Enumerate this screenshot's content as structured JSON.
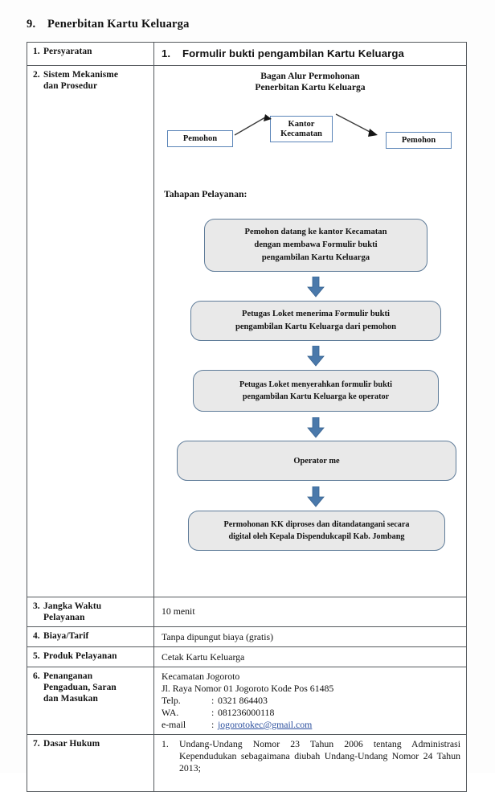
{
  "document": {
    "heading_number": "9.",
    "heading_title": "Penerbitan Kartu Keluarga"
  },
  "table": {
    "rows": [
      {
        "number": "1.",
        "label": "Persyaratan",
        "label_line2": "",
        "label_line3": "",
        "value_number": "1.",
        "value": "Formulir bukti pengambilan Kartu Keluarga"
      },
      {
        "number": "2.",
        "label": "Sistem Mekanisme",
        "label_line2": "dan Prosedur",
        "label_line3": ""
      },
      {
        "number": "3.",
        "label": "Jangka Waktu",
        "label_line2": "Pelayanan",
        "label_line3": "",
        "value": "10 menit"
      },
      {
        "number": "4.",
        "label": "Biaya/Tarif",
        "label_line2": "",
        "label_line3": "",
        "value": "Tanpa dipungut biaya (gratis)"
      },
      {
        "number": "5.",
        "label": "Produk Pelayanan",
        "label_line2": "",
        "label_line3": "",
        "value": "Cetak Kartu Keluarga"
      },
      {
        "number": "6.",
        "label": "Penanganan",
        "label_line2": "Pengaduan, Saran",
        "label_line3": "dan Masukan"
      },
      {
        "number": "7.",
        "label": "Dasar Hukum",
        "label_line2": "",
        "label_line3": ""
      }
    ]
  },
  "diagram": {
    "flow_title_line1": "Bagan Alur Permohonan",
    "flow_title_line2": "Penerbitan Kartu Keluarga",
    "mini_boxes": [
      {
        "label": "Pemohon"
      },
      {
        "label_line1": "Kantor",
        "label_line2": "Kecamatan"
      },
      {
        "label": "Pemohon"
      }
    ],
    "stage_title": "Tahapan Pelayanan:",
    "steps": [
      {
        "lines": [
          "Pemohon datang ke kantor Kecamatan",
          "dengan membawa Formulir bukti",
          "pengambilan Kartu Keluarga"
        ]
      },
      {
        "lines": [
          "Petugas Loket menerima Formulir bukti",
          "pengambilan Kartu Keluarga dari pemohon"
        ]
      },
      {
        "lines": [
          "Petugas Loket menyerahkan formulir bukti",
          "pengambilan Kartu Keluarga ke operator"
        ]
      },
      {
        "lines": [
          "Operator me"
        ]
      },
      {
        "lines": [
          "Permohonan KK diproses dan ditandatangani secara",
          "digital oleh Kepala Dispendukcapil Kab. Jombang"
        ]
      }
    ]
  },
  "contact": {
    "office": "Kecamatan Jogoroto",
    "address": "Jl. Raya Nomor 01 Jogoroto Kode Pos 61485",
    "phone_label": "Telp.",
    "phone_value": "0321 864403",
    "wa_label": "WA.",
    "wa_value": "081236000118",
    "email_label": "e-mail",
    "email_value": "jogorotokec@gmail.com",
    "colon": ":"
  },
  "legal": {
    "items": [
      {
        "number": "1.",
        "text": "Undang-Undang Nomor 23 Tahun 2006 tentang Administrasi Kependudukan sebagaimana diubah Undang-Undang Nomor 24 Tahun 2013;"
      }
    ]
  },
  "colors": {
    "box_border": "#5f7c99",
    "box_fill": "#e9e9e9",
    "mini_box_border": "#5b85b8",
    "arrow_blue": "#4a79ab",
    "link_blue": "#2b4f9e",
    "table_border": "#555a5e"
  }
}
